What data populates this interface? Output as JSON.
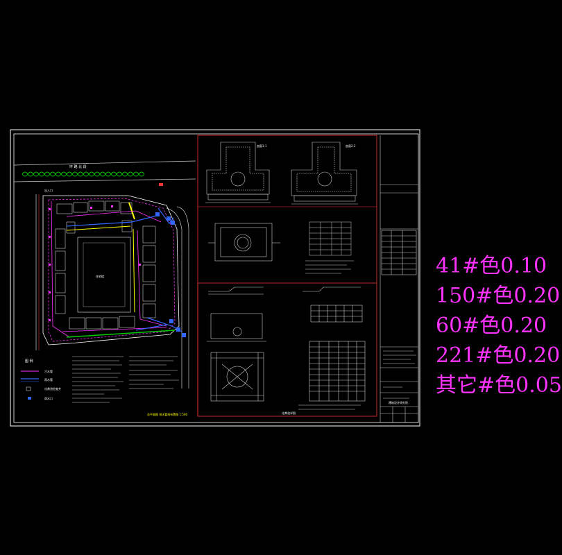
{
  "drawing": {
    "plan_street_label": "环 路 北 段",
    "plan_entrance_label": "出入口",
    "plan_building_label": "住宅楼",
    "legend_heading": "图 例",
    "legend_items": [
      "污水管",
      "雨水管",
      "化粪池检查井",
      "雨水口"
    ],
    "plan_title": "总平面图 排水管线布置图 1:500",
    "section_1": "剖面1-1",
    "section_2": "剖面2-2",
    "detail_title": "化粪池详图",
    "company_name": "建筑设计研究院"
  },
  "pen_legend": [
    "41#色0.10",
    "150#色0.20",
    "60#色0.20",
    "221#色0.20",
    "其它#色0.05"
  ],
  "colors": {
    "background": "#000000",
    "frame": "#ffffff",
    "detail_frame": "#ff3333",
    "road": "#00cc00",
    "sewer": "#ff33ff",
    "rain": "#3366ff",
    "building": "#ffff00",
    "pen_text": "#ff33ff"
  }
}
